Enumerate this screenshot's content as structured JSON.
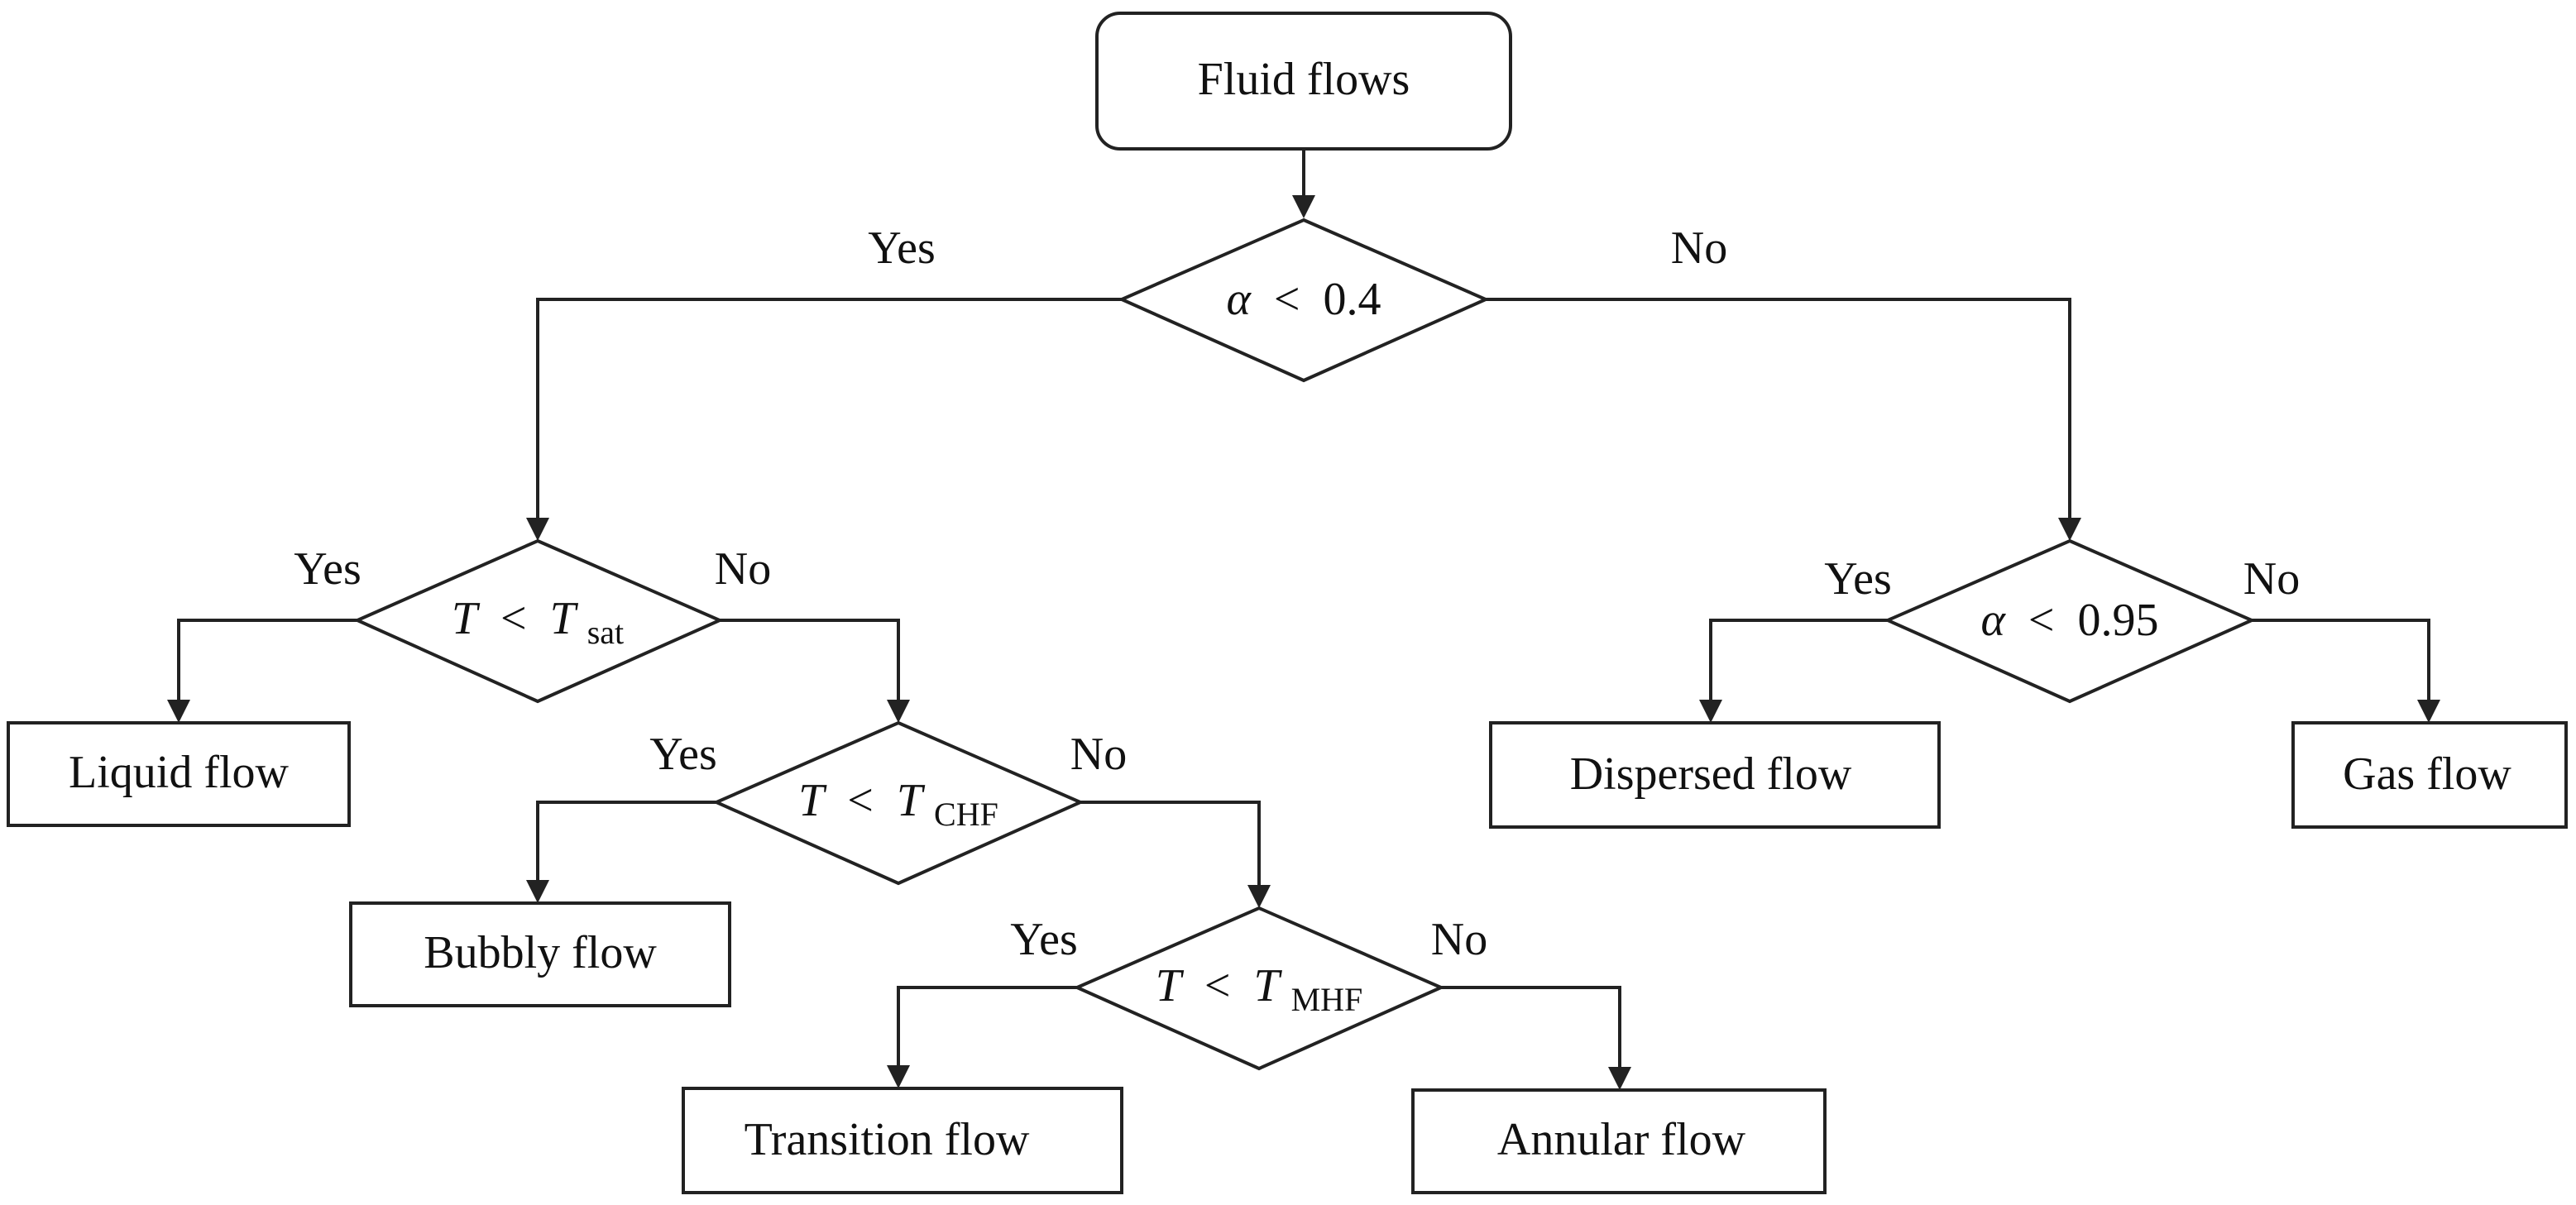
{
  "start": {
    "label": "Fluid flows"
  },
  "decisions": {
    "alpha04": {
      "var": "α",
      "op": "<",
      "rhs": "0.4",
      "yes": "Yes",
      "no": "No"
    },
    "tsat": {
      "var": "T",
      "op": "<",
      "rhs": "T",
      "sub": "sat",
      "yes": "Yes",
      "no": "No"
    },
    "tchf": {
      "var": "T",
      "op": "<",
      "rhs": "T",
      "sub": "CHF",
      "yes": "Yes",
      "no": "No"
    },
    "tmhf": {
      "var": "T",
      "op": "<",
      "rhs": "T",
      "sub": "MHF",
      "yes": "Yes",
      "no": "No"
    },
    "alpha095": {
      "var": "α",
      "op": "<",
      "rhs": "0.95",
      "yes": "Yes",
      "no": "No"
    }
  },
  "outcomes": {
    "liquid": "Liquid flow",
    "bubbly": "Bubbly flow",
    "transition": "Transition flow",
    "annular": "Annular flow",
    "dispersed": "Dispersed flow",
    "gas": "Gas flow"
  }
}
